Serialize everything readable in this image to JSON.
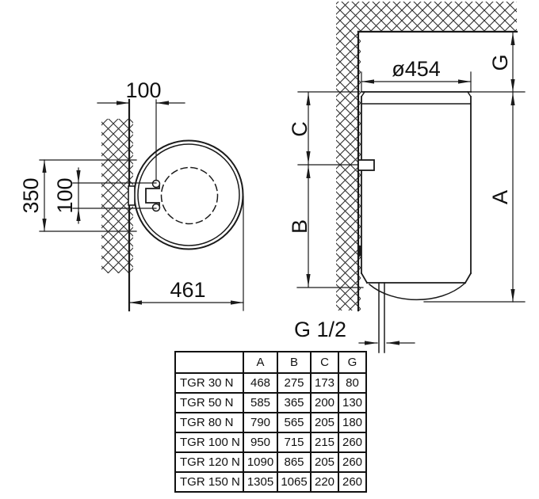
{
  "left_view": {
    "dim_wall_to_hook": "100",
    "dim_bracket_span": "350",
    "dim_hook_spacing": "100",
    "dim_depth": "461"
  },
  "right_view": {
    "dim_diameter": "ø454",
    "dim_top_gap": "G",
    "dim_total_height": "A",
    "dim_top_to_bracket": "C",
    "dim_bracket_to_bottom": "B",
    "dim_pipe_thread": "G 1/2"
  },
  "table": {
    "headers": [
      "",
      "A",
      "B",
      "C",
      "G"
    ],
    "rows": [
      [
        "TGR 30 N",
        "468",
        "275",
        "173",
        "80"
      ],
      [
        "TGR 50 N",
        "585",
        "365",
        "200",
        "130"
      ],
      [
        "TGR 80 N",
        "790",
        "565",
        "205",
        "180"
      ],
      [
        "TGR 100 N",
        "950",
        "715",
        "215",
        "260"
      ],
      [
        "TGR 120 N",
        "1090",
        "865",
        "205",
        "260"
      ],
      [
        "TGR 150 N",
        "1305",
        "1065",
        "220",
        "260"
      ]
    ]
  }
}
